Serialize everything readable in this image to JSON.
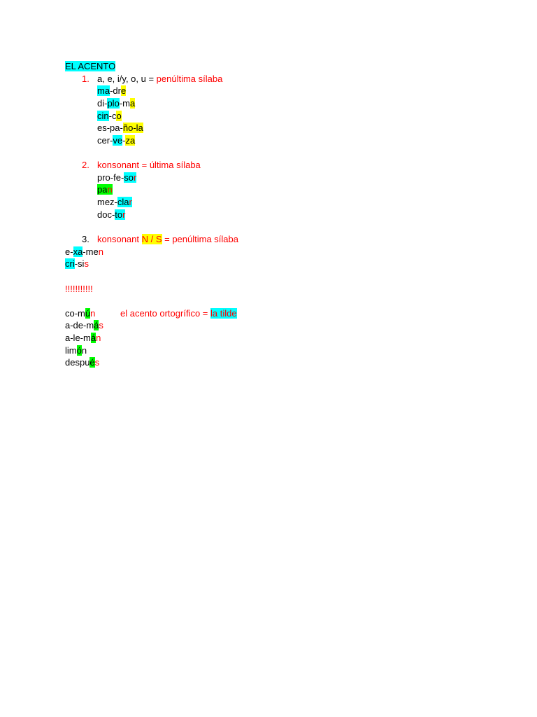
{
  "colors": {
    "page": "#FFFFFF",
    "text": "#000000",
    "red": "#FF0000",
    "highlight_cyan": "#00FFFF",
    "highlight_yellow": "#FFFF00",
    "highlight_green": "#00FF00"
  },
  "title": "EL ACENTO",
  "rules": [
    {
      "number": "1.",
      "condition": "a, e, i/y, o, u = ",
      "result": "penúltima sílaba",
      "examples": [
        [
          "ma",
          "-dr",
          "e"
        ],
        [
          "di-",
          "plo",
          "-m",
          "a"
        ],
        [
          "cin",
          "-c",
          "o"
        ],
        [
          "es-pa-",
          "ño-la"
        ],
        [
          "cer-",
          "ve",
          "-",
          "za"
        ]
      ]
    },
    {
      "number": "2.",
      "condition": "konsonant = ",
      "result": "última sílaba",
      "examples": [
        [
          "pro-fe-",
          "so",
          "r"
        ],
        [
          "pa",
          "n"
        ],
        [
          "mez-",
          "cla",
          "r"
        ],
        [
          "doc-",
          "to",
          "r"
        ]
      ]
    },
    {
      "number": "3.",
      "condition": "konsonant ",
      "letters": "N / S",
      "result": " = penúltima sílaba",
      "examples": [
        [
          "e-",
          "xa",
          "-me",
          "n"
        ],
        [
          "cri",
          "-si",
          "s"
        ]
      ]
    }
  ],
  "emphasis": "!!!!!!!!!!!",
  "tilde": {
    "examples": [
      [
        "co-m",
        "ú",
        "n"
      ],
      [
        "a-de-m",
        "á",
        "s"
      ],
      [
        "a-le-m",
        "á",
        "n"
      ],
      [
        "lim",
        "ó",
        "n"
      ],
      [
        "despu",
        "é",
        "s"
      ]
    ],
    "definition": "el acento ortogrífico = ",
    "term": "la tilde"
  }
}
